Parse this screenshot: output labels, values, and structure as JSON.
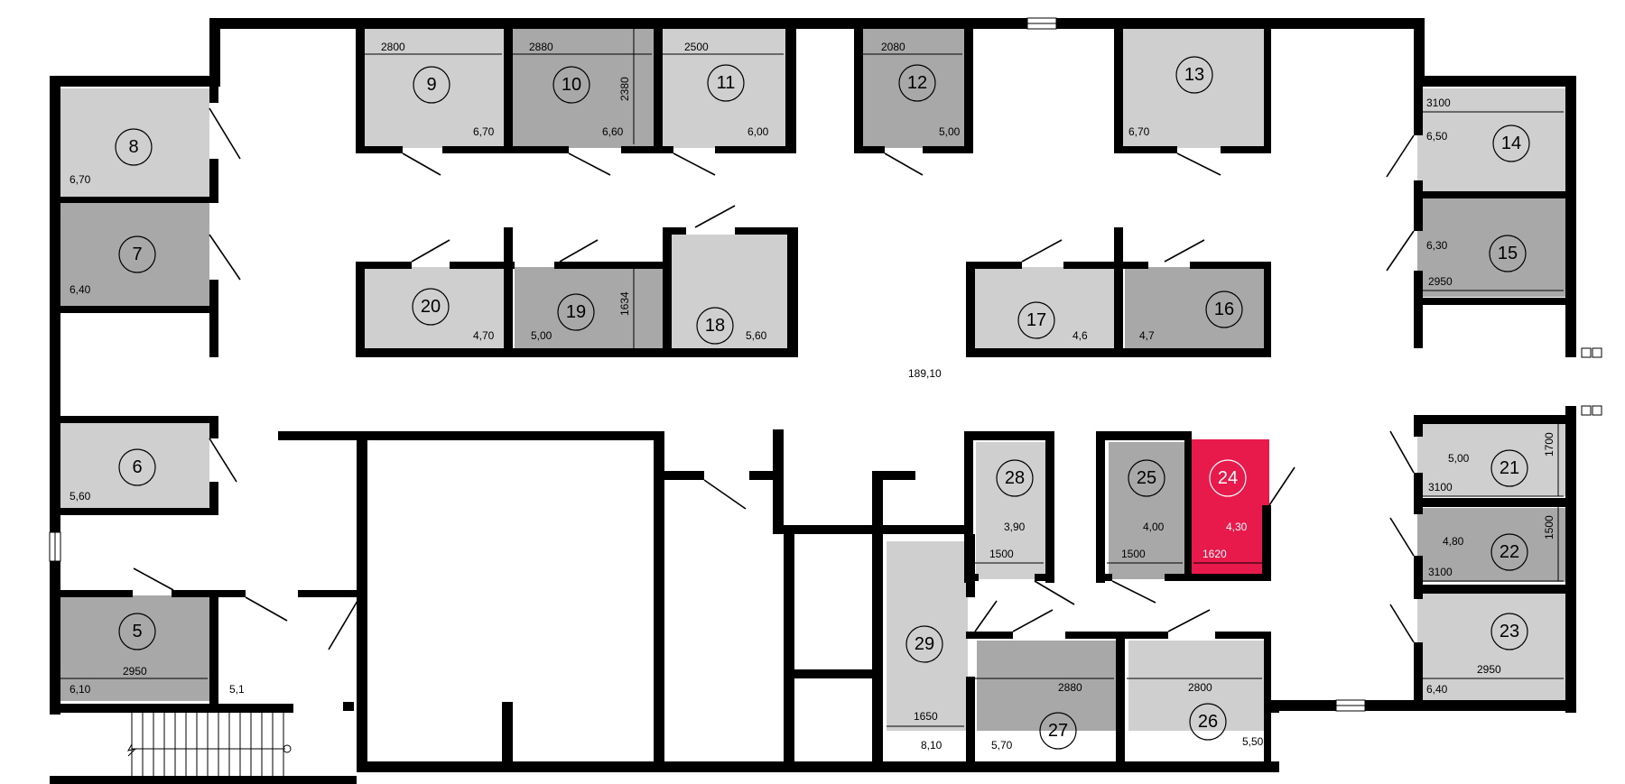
{
  "plan": {
    "colors": {
      "light": "#cfcfcf",
      "dark": "#a8a8a8",
      "highlight": "#e8194b",
      "wall": "#000000"
    },
    "highlighted_room": "24",
    "corridor_area": "189,10",
    "landing_area": "5,1",
    "rooms": [
      {
        "number": "5",
        "area": "6,10",
        "tone": "dark"
      },
      {
        "number": "6",
        "area": "5,60",
        "tone": "light"
      },
      {
        "number": "7",
        "area": "6,40",
        "tone": "dark"
      },
      {
        "number": "8",
        "area": "6,70",
        "tone": "light"
      },
      {
        "number": "9",
        "area": "6,70",
        "tone": "light"
      },
      {
        "number": "10",
        "area": "6,60",
        "tone": "dark"
      },
      {
        "number": "11",
        "area": "6,00",
        "tone": "light"
      },
      {
        "number": "12",
        "area": "5,00",
        "tone": "dark"
      },
      {
        "number": "13",
        "area": "6,70",
        "tone": "light"
      },
      {
        "number": "14",
        "area": "6,50",
        "tone": "light"
      },
      {
        "number": "15",
        "area": "6,30",
        "tone": "dark"
      },
      {
        "number": "16",
        "area": "4,7",
        "tone": "dark"
      },
      {
        "number": "17",
        "area": "4,6",
        "tone": "light"
      },
      {
        "number": "18",
        "area": "5,60",
        "tone": "light"
      },
      {
        "number": "19",
        "area": "5,00",
        "tone": "dark"
      },
      {
        "number": "20",
        "area": "4,70",
        "tone": "light"
      },
      {
        "number": "21",
        "area": "5,00",
        "tone": "light"
      },
      {
        "number": "22",
        "area": "4,80",
        "tone": "dark"
      },
      {
        "number": "23",
        "area": "6,40",
        "tone": "light"
      },
      {
        "number": "24",
        "area": "4,30",
        "tone": "red"
      },
      {
        "number": "25",
        "area": "4,00",
        "tone": "dark"
      },
      {
        "number": "26",
        "area": "5,50",
        "tone": "light"
      },
      {
        "number": "27",
        "area": "5,70",
        "tone": "dark"
      },
      {
        "number": "28",
        "area": "3,90",
        "tone": "light"
      },
      {
        "number": "29",
        "area": "8,10",
        "tone": "light"
      }
    ],
    "dimensions": {
      "d9": "2800",
      "d10w": "2880",
      "d10h": "2380",
      "d11": "2500",
      "d12": "2080",
      "d14": "3100",
      "d15": "2950",
      "d19h": "1634",
      "d5": "2950",
      "d21w": "3100",
      "d21h": "1700",
      "d22w": "3100",
      "d22h": "1500",
      "d23": "2950",
      "d28": "1500",
      "d25": "1500",
      "d24": "1620",
      "d29": "1650",
      "d27": "2880",
      "d26": "2800"
    }
  }
}
